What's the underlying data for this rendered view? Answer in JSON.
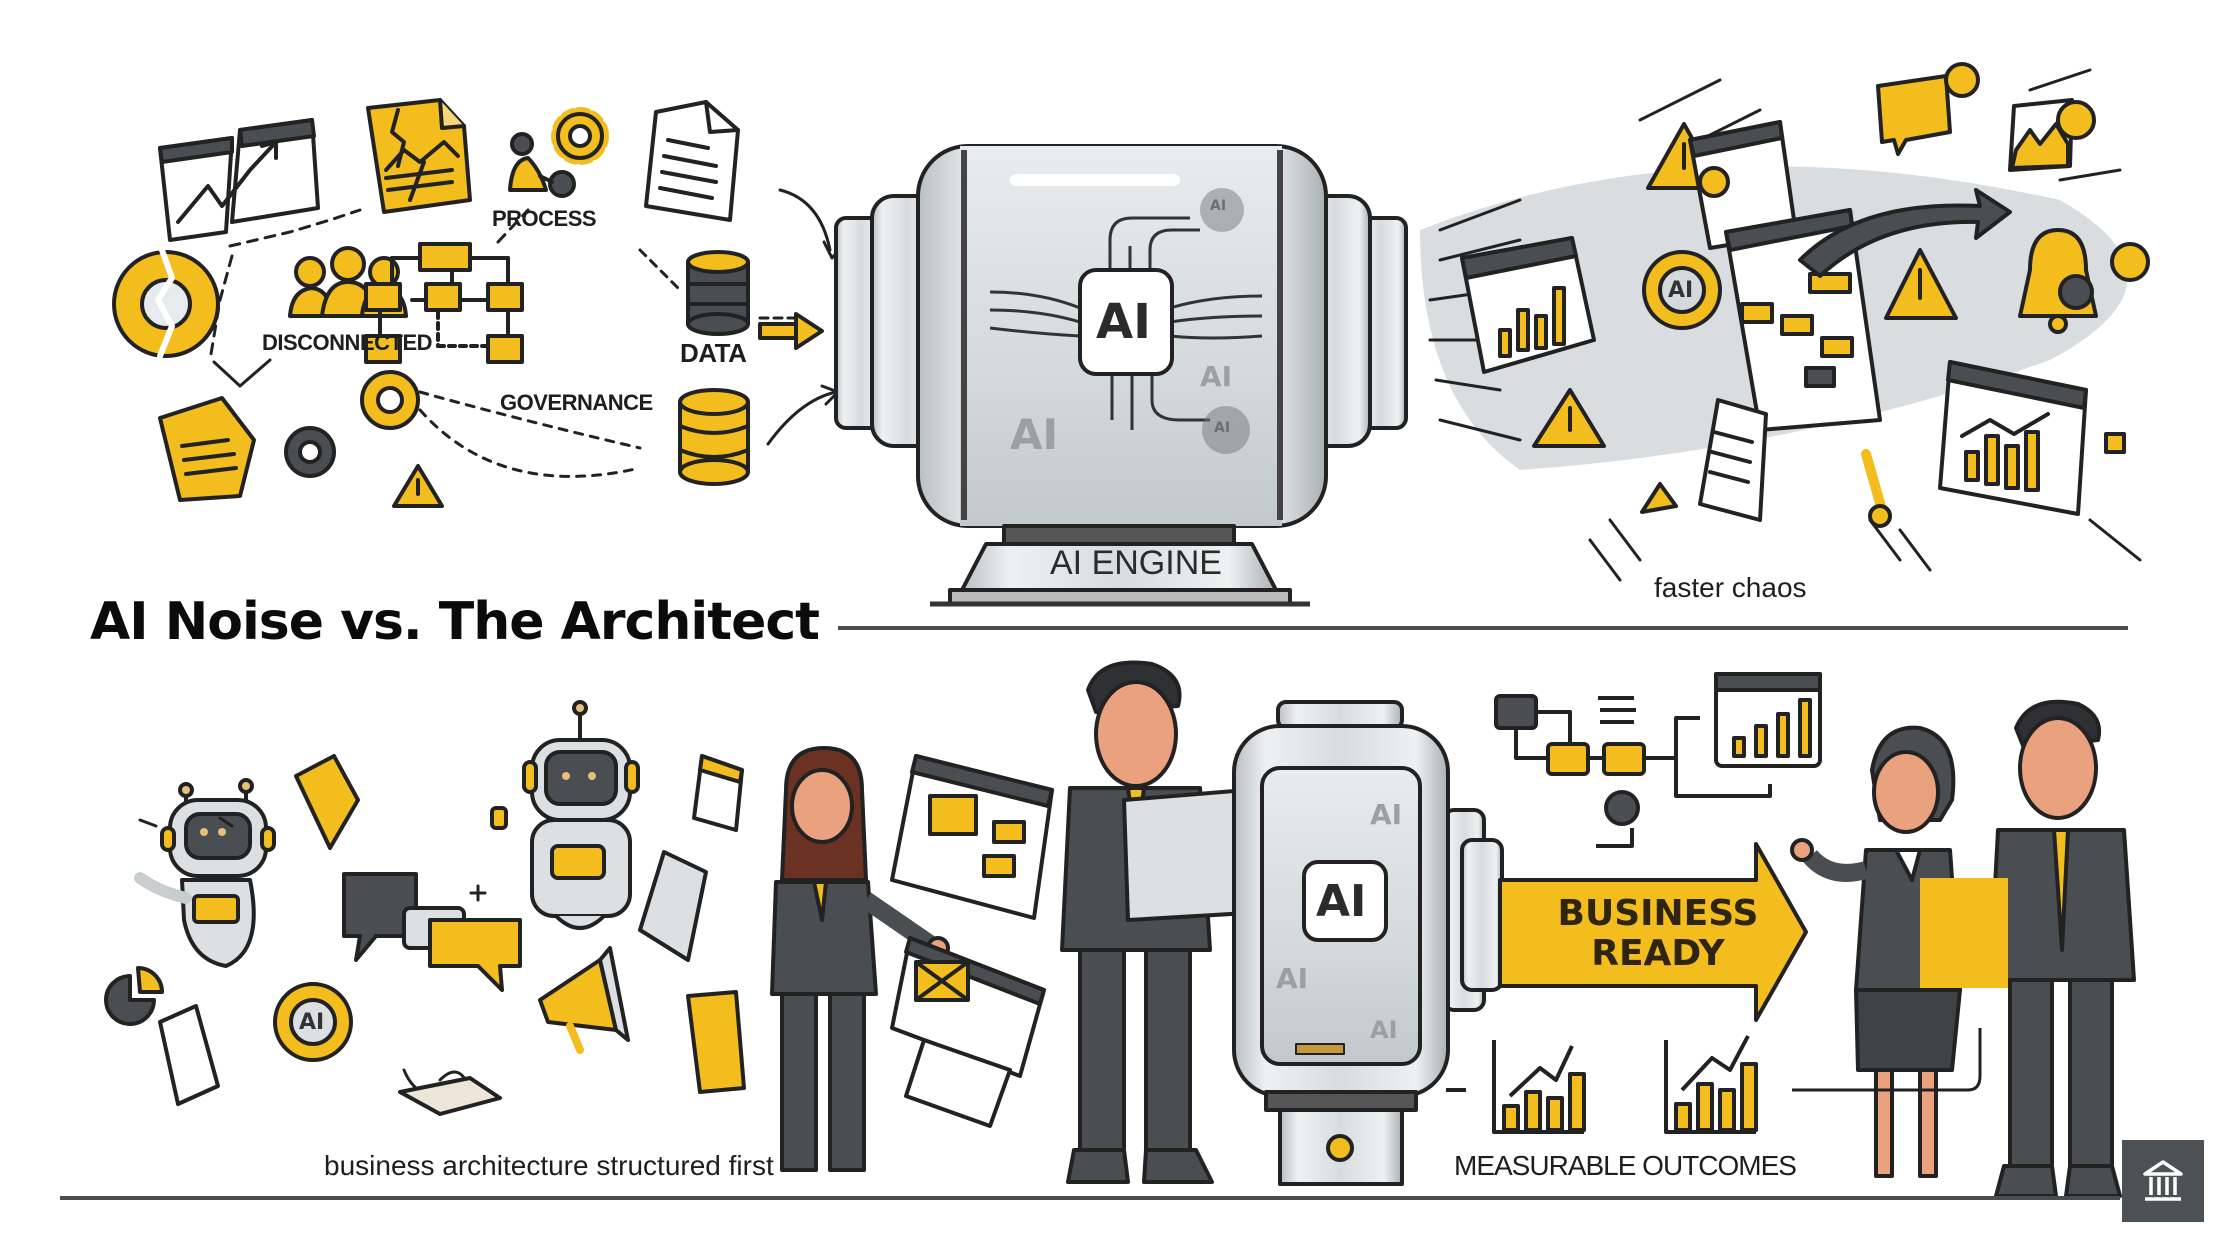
{
  "title": "AI Noise vs. The Architect",
  "colors": {
    "accent_yellow": "#F2BD1D",
    "dark_gray": "#4A4E52",
    "light_gray": "#D5D9DC",
    "outline": "#222222",
    "skin": "#E9A17E",
    "background": "#FFFFFF"
  },
  "top_panel": {
    "left_cluster": {
      "labels": {
        "process": "PROCESS",
        "disconnected": "DISCONNECTED",
        "data": "DATA",
        "governance": "GOVERNANCE"
      },
      "icons": [
        "broken-chart-window-icon",
        "cracked-document-icon",
        "person-gear-icon",
        "document-icon",
        "broken-gear-icon",
        "team-icon",
        "flowchart-icon",
        "database-icon",
        "gear-icon",
        "warning-icon"
      ]
    },
    "engine": {
      "chip_label": "AI",
      "base_label": "AI ENGINE",
      "faded_labels": [
        "AI",
        "AI",
        "AI",
        "AI"
      ]
    },
    "right_cluster": {
      "caption": "faster chaos",
      "icons": [
        "warning-icon",
        "alert-bubble-icon",
        "broken-window-icon",
        "ai-gear-icon",
        "bell-alert-icon",
        "bar-chart-window-icon",
        "trend-arrow-icon",
        "flow-boxes-icon"
      ]
    }
  },
  "bottom_panel": {
    "left_cluster": {
      "caption": "business architecture structured first",
      "icons": [
        "robot-icon",
        "robot-icon",
        "document-icon",
        "chat-bubbles-icon",
        "megaphone-icon",
        "ai-gear-icon",
        "pie-chart-icon"
      ]
    },
    "engine": {
      "chip_label": "AI",
      "faded_labels": [
        "AI",
        "AI",
        "AI"
      ]
    },
    "arrow": {
      "line1": "BUSINESS",
      "line2": "READY"
    },
    "outcomes": {
      "caption": "MEASURABLE OUTCOMES"
    }
  },
  "corner_button": {
    "icon": "institution-icon"
  }
}
